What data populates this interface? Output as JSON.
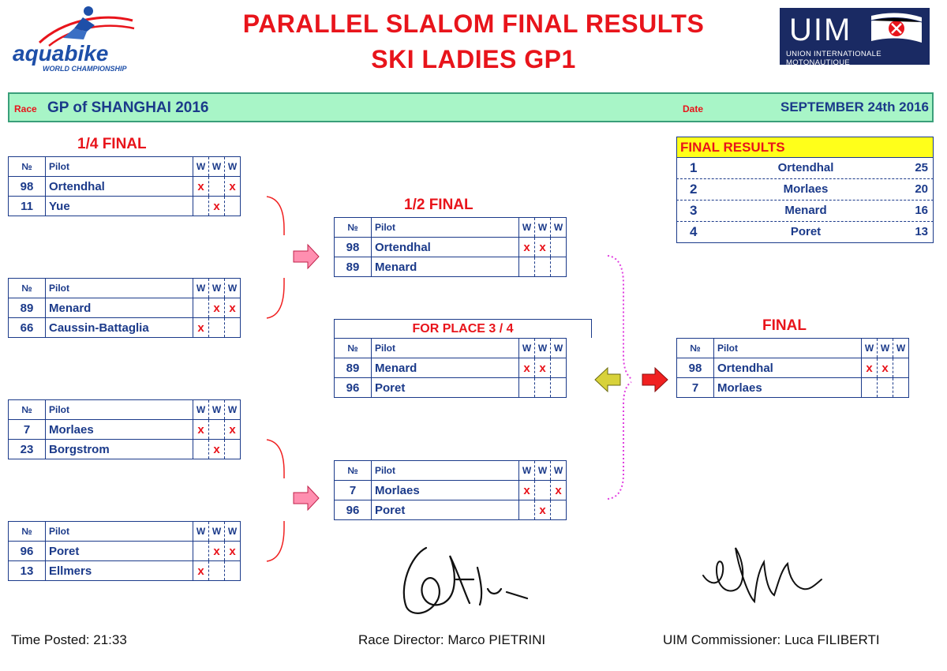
{
  "header": {
    "title_line1": "PARALLEL SLALOM FINAL RESULTS",
    "title_line2": "SKI LADIES GP1",
    "left_logo": {
      "brand": "aquabike",
      "tagline": "WORLD CHAMPIONSHIP"
    },
    "right_logo": {
      "brand": "UIM",
      "tagline": "UNION INTERNATIONALE MOTONAUTIQUE"
    }
  },
  "race": {
    "race_label": "Race",
    "race_name": "GP of SHANGHAI 2016",
    "date_label": "Date",
    "date_value": "SEPTEMBER 24th 2016"
  },
  "columns": {
    "num": "№",
    "pilot": "Pilot",
    "w": "W"
  },
  "mark": "x",
  "quarter_final": {
    "title": "1/4 FINAL",
    "heats": [
      {
        "rows": [
          {
            "num": "98",
            "pilot": "Ortendhal",
            "w": [
              "x",
              "",
              "x"
            ]
          },
          {
            "num": "11",
            "pilot": "Yue",
            "w": [
              "",
              "x",
              ""
            ]
          }
        ]
      },
      {
        "rows": [
          {
            "num": "89",
            "pilot": "Menard",
            "w": [
              "",
              "x",
              "x"
            ]
          },
          {
            "num": "66",
            "pilot": "Caussin-Battaglia",
            "w": [
              "x",
              "",
              ""
            ]
          }
        ]
      },
      {
        "rows": [
          {
            "num": "7",
            "pilot": "Morlaes",
            "w": [
              "x",
              "",
              "x"
            ]
          },
          {
            "num": "23",
            "pilot": "Borgstrom",
            "w": [
              "",
              "x",
              ""
            ]
          }
        ]
      },
      {
        "rows": [
          {
            "num": "96",
            "pilot": "Poret",
            "w": [
              "",
              "x",
              "x"
            ]
          },
          {
            "num": "13",
            "pilot": "Ellmers",
            "w": [
              "x",
              "",
              ""
            ]
          }
        ]
      }
    ]
  },
  "semi_final": {
    "title": "1/2 FINAL",
    "heats": [
      {
        "rows": [
          {
            "num": "98",
            "pilot": "Ortendhal",
            "w": [
              "x",
              "x",
              ""
            ]
          },
          {
            "num": "89",
            "pilot": "Menard",
            "w": [
              "",
              "",
              ""
            ]
          }
        ]
      },
      {
        "rows": [
          {
            "num": "7",
            "pilot": "Morlaes",
            "w": [
              "x",
              "",
              "x"
            ]
          },
          {
            "num": "96",
            "pilot": "Poret",
            "w": [
              "",
              "x",
              ""
            ]
          }
        ]
      }
    ]
  },
  "place_3_4": {
    "title": "FOR PLACE 3 / 4",
    "rows": [
      {
        "num": "89",
        "pilot": "Menard",
        "w": [
          "x",
          "x",
          ""
        ]
      },
      {
        "num": "96",
        "pilot": "Poret",
        "w": [
          "",
          "",
          ""
        ]
      }
    ]
  },
  "final": {
    "title": "FINAL",
    "rows": [
      {
        "num": "98",
        "pilot": "Ortendhal",
        "w": [
          "x",
          "x",
          ""
        ]
      },
      {
        "num": "7",
        "pilot": "Morlaes",
        "w": [
          "",
          "",
          ""
        ]
      }
    ]
  },
  "final_results": {
    "title": "FINAL RESULTS",
    "rows": [
      {
        "pos": "1",
        "name": "Ortendhal",
        "points": "25"
      },
      {
        "pos": "2",
        "name": "Morlaes",
        "points": "20"
      },
      {
        "pos": "3",
        "name": "Menard",
        "points": "16"
      },
      {
        "pos": "4",
        "name": "Poret",
        "points": "13"
      }
    ]
  },
  "footer": {
    "time_posted": "Time Posted: 21:33",
    "race_director": "Race Director: Marco PIETRINI",
    "commissioner": "UIM Commissioner: Luca FILIBERTI"
  },
  "colors": {
    "red": "#e8141b",
    "navy": "#1b3a8a",
    "race_bar": "#a8f5c7",
    "results_head": "#ffff1a",
    "arrow_pink": "#ff8fb0",
    "arrow_olive": "#d8d23a",
    "arrow_red": "#f02020",
    "dotted_magenta": "#e040e0"
  }
}
